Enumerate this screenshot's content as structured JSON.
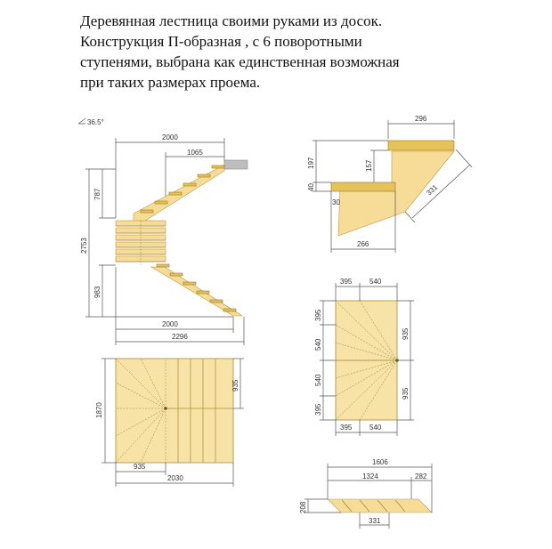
{
  "title_lines": [
    "Деревянная лестница своими руками из досок.",
    "Конструкция П-образная , с 6 поворотными",
    "ступенями, выбрана как единственная возможная",
    "при таких размерах проема."
  ],
  "elevation": {
    "angle": "36.5°",
    "top_width": "2000",
    "top_inner": "1065",
    "upper_height": "787",
    "total_height": "2753",
    "lower_height": "983",
    "bottom_width": "2000",
    "bottom_total": "2296"
  },
  "step_detail": {
    "tread_width": "296",
    "rise_total": "197",
    "rise": "157",
    "tread_thickness": "40",
    "nosing": "30",
    "going": "266",
    "stringer": "331"
  },
  "plan_left": {
    "height": "1870",
    "landing": "935",
    "half_width": "935",
    "total_width": "2030"
  },
  "plan_right": {
    "top_a": "395",
    "top_b": "540",
    "left_1": "395",
    "left_2": "540",
    "left_3": "540",
    "left_4": "395",
    "right_1": "935",
    "right_2": "935",
    "bottom_a": "395",
    "bottom_b": "540"
  },
  "stringer_detail": {
    "total": "1606",
    "inner": "1324",
    "end": "282",
    "height": "208",
    "step": "331"
  }
}
